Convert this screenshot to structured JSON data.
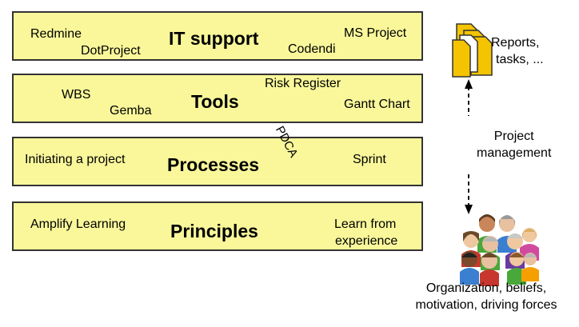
{
  "layers": {
    "it_support": {
      "title": "IT support",
      "items": [
        "Redmine",
        "DotProject",
        "Codendi",
        "MS Project"
      ]
    },
    "tools": {
      "title": "Tools",
      "items": [
        "WBS",
        "Gemba",
        "Risk Register",
        "Gantt Chart"
      ],
      "rotated_label": "PDCA"
    },
    "processes": {
      "title": "Processes",
      "items": [
        "Initiating a project",
        "Sprint"
      ]
    },
    "principles": {
      "title": "Principles",
      "items": [
        "Amplify Learning",
        "Learn from",
        "experience"
      ]
    }
  },
  "side": {
    "reports_line1": "Reports,",
    "reports_line2": "tasks, ...",
    "pm_line1": "Project",
    "pm_line2": "management",
    "org_line1": "Organization, beliefs,",
    "org_line2": "motivation, driving forces"
  },
  "colors": {
    "layer_fill": "#f9f79a",
    "layer_border": "#333333",
    "document_fill": "#f5c400"
  }
}
